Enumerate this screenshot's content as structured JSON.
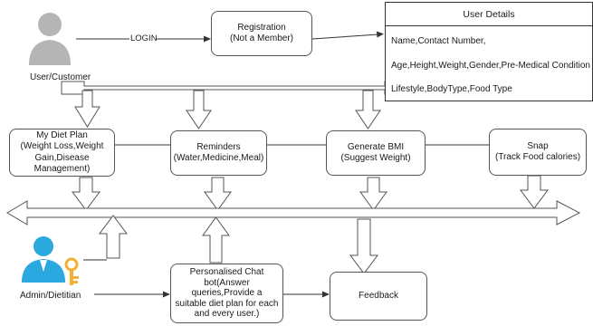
{
  "actors": {
    "user": {
      "label": "User/Customer",
      "icon": "person-icon",
      "color": "#b5b5b5"
    },
    "admin": {
      "label": "Admin/Dietitian",
      "icon": "admin-key-icon",
      "color": "#2aa8e0",
      "key_color": "#f2b134"
    }
  },
  "edges": {
    "login": "LOGIN"
  },
  "registration": {
    "line1": "Registration",
    "line2": "(Not a Member)"
  },
  "user_details": {
    "title": "User Details",
    "rows": [
      "Name,Contact Number,",
      "Age,Height,Weight,Gender,Pre-Medical Condition",
      "Lifestyle,BodyType,Food Type"
    ]
  },
  "features": {
    "diet_plan": {
      "lines": [
        "My Diet Plan",
        "(Weight Loss,Weight",
        "Gain,Disease",
        "Management)"
      ]
    },
    "reminders": {
      "lines": [
        "Reminders",
        "(Water,Medicine,Meal)"
      ]
    },
    "bmi": {
      "lines": [
        "Generate BMI",
        "(Suggest Weight)"
      ]
    },
    "snap": {
      "lines": [
        "Snap",
        "(Track Food calories)"
      ]
    }
  },
  "chatbot": {
    "lines": [
      "Personalised Chat",
      "bot(Answer",
      "queries,Provide a",
      "suitable diet plan for each",
      "and every user.)"
    ]
  },
  "feedback": {
    "label": "Feedback"
  }
}
